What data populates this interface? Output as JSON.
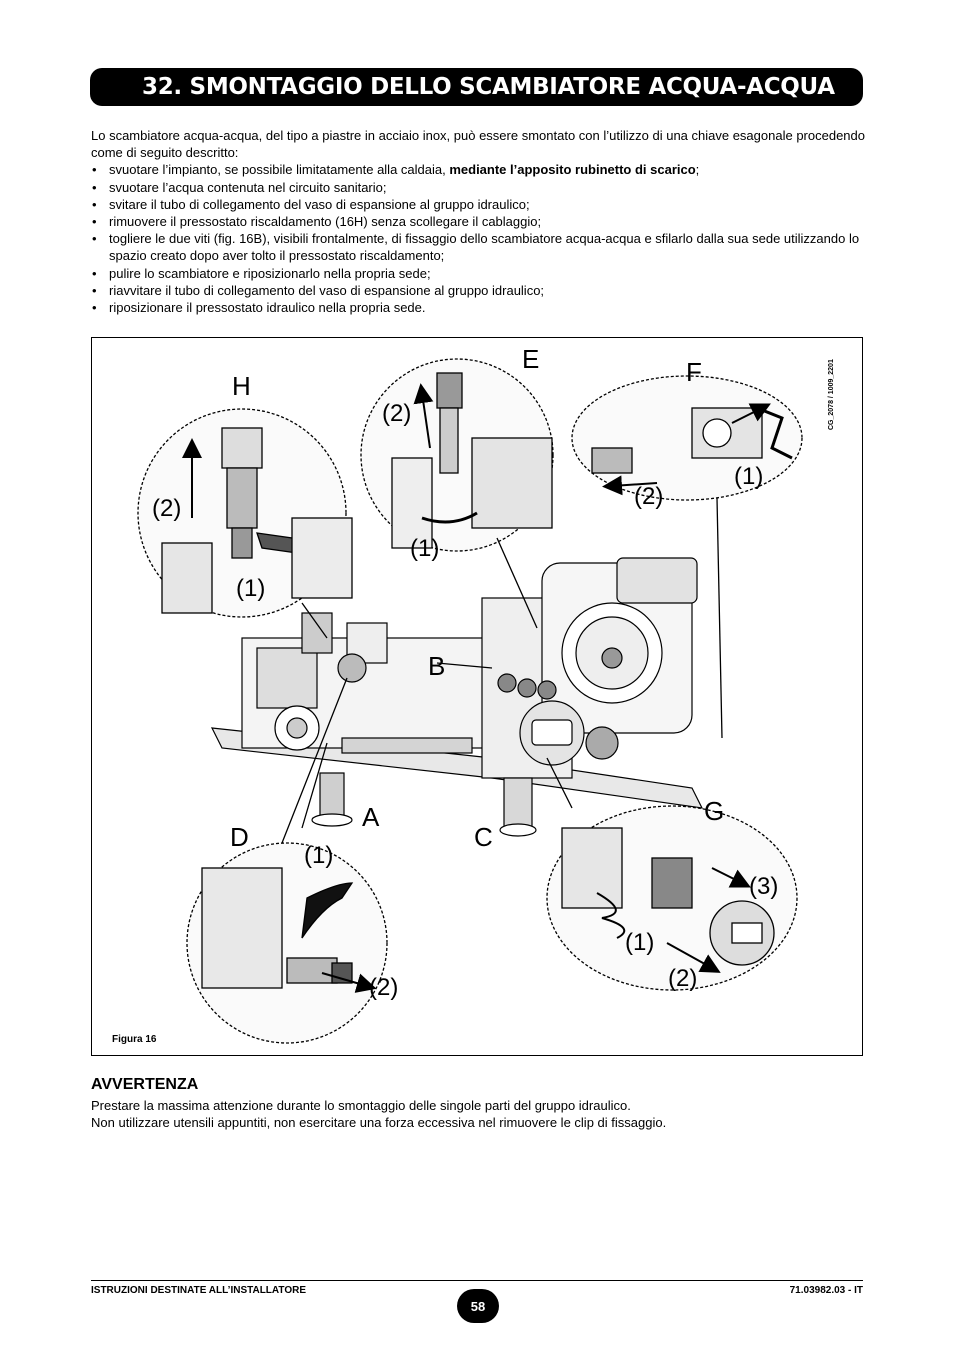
{
  "header": {
    "title": "32. SMONTAGGIO DELLO SCAMBIATORE ACQUA-ACQUA"
  },
  "intro": {
    "line1": "Lo scambiatore acqua-acqua, del tipo a piastre in acciaio inox, può essere smontato con l’utilizzo di una chiave esagonale procedendo come di seguito descritto:",
    "steps": [
      {
        "pre": "svuotare l’impianto, se possibile limitatamente alla caldaia, ",
        "bold": "mediante l’apposito rubinetto di scarico",
        "post": ";"
      },
      {
        "pre": "svuotare l’acqua contenuta nel circuito sanitario;",
        "bold": "",
        "post": ""
      },
      {
        "pre": "svitare il tubo di collegamento del vaso di espansione al gruppo idraulico;",
        "bold": "",
        "post": ""
      },
      {
        "pre": "rimuovere il pressostato riscaldamento (16H) senza scollegare il cablaggio;",
        "bold": "",
        "post": ""
      },
      {
        "pre": "togliere le due viti (fig. 16B), visibili frontalmente, di fissaggio dello scambiatore acqua-acqua e sfilarlo dalla sua sede utilizzando lo spazio creato dopo aver tolto il pressostato riscaldamento;",
        "bold": "",
        "post": ""
      },
      {
        "pre": "pulire lo scambiatore e riposizionarlo nella propria sede;",
        "bold": "",
        "post": ""
      },
      {
        "pre": "riavvitare il tubo di collegamento del vaso di espansione al gruppo idraulico;",
        "bold": "",
        "post": ""
      },
      {
        "pre": "riposizionare il pressostato idraulico nella propria sede.",
        "bold": "",
        "post": ""
      }
    ]
  },
  "figure": {
    "caption": "Figura 16",
    "code": "CG_2078 / 1009_2201",
    "labels": {
      "E": "E",
      "F": "F",
      "H": "H",
      "B": "B",
      "A": "A",
      "C": "C",
      "D": "D",
      "G": "G",
      "h2": "(2)",
      "h1": "(1)",
      "e2": "(2)",
      "e1": "(1)",
      "f1": "(1)",
      "f2": "(2)",
      "d1": "(1)",
      "d2": "(2)",
      "g3": "(3)",
      "g1": "(1)",
      "g2": "(2)"
    }
  },
  "warning": {
    "title": "AVVERTENZA",
    "line1": "Prestare la massima attenzione durante lo smontaggio delle singole parti del gruppo idraulico.",
    "line2": "Non utilizzare utensili appuntiti, non esercitare una forza eccessiva nel rimuovere le clip di fissaggio."
  },
  "footer": {
    "left": "ISTRUZIONI DESTINATE ALL’INSTALLATORE",
    "page": "58",
    "right": "71.03982.03 - IT"
  }
}
